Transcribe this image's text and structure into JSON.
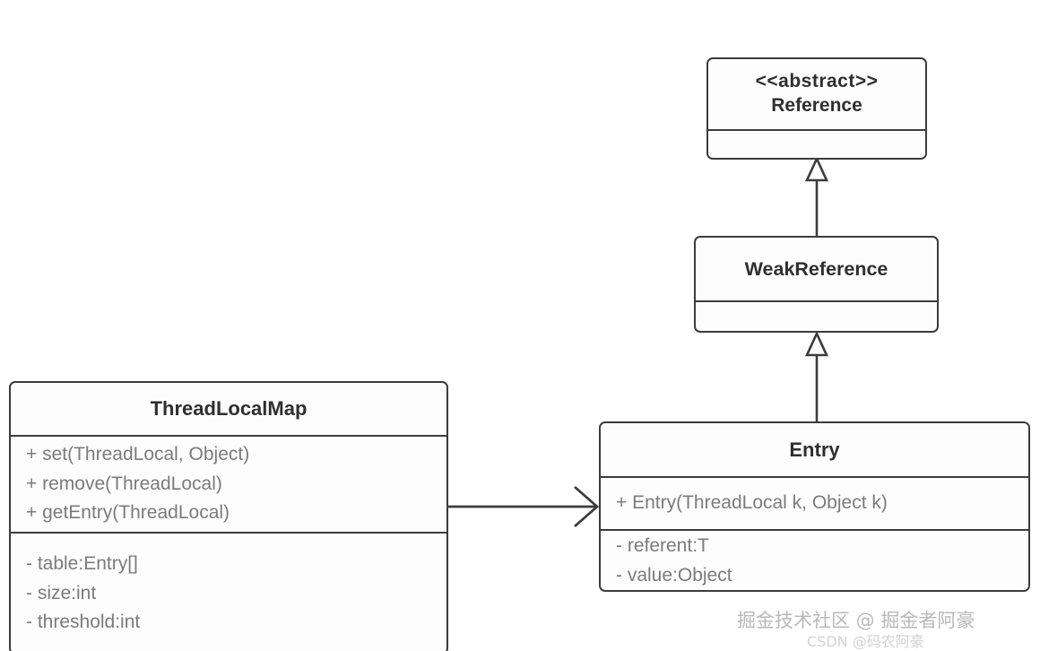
{
  "diagram": {
    "type": "uml-class-diagram",
    "title": "ThreadLocalMap / Entry class hierarchy",
    "background_color": "#ffffff",
    "border_color": "#3c3c3c",
    "title_text_color": "#2f2f2f",
    "member_text_color": "#7b7b7b"
  },
  "classes": {
    "reference": {
      "stereotype": "<<abstract>>",
      "name": "Reference",
      "methods": [],
      "fields": []
    },
    "weakreference": {
      "name": "WeakReference",
      "methods": [],
      "fields": []
    },
    "threadlocalmap": {
      "name": "ThreadLocalMap",
      "methods": [
        "+ set(ThreadLocal, Object)",
        "+ remove(ThreadLocal)",
        "+ getEntry(ThreadLocal)"
      ],
      "fields": [
        "- table:Entry[]",
        "- size:int",
        "- threshold:int"
      ]
    },
    "entry": {
      "name": "Entry",
      "methods": [
        "+ Entry(ThreadLocal k, Object k)"
      ],
      "fields": [
        "- referent:T",
        "- value:Object"
      ]
    }
  },
  "relations": [
    {
      "id": "weakreference-extends-reference",
      "kind": "generalization",
      "from": "WeakReference",
      "to": "Reference",
      "arrowhead": "hollow-triangle"
    },
    {
      "id": "entry-extends-weakreference",
      "kind": "generalization",
      "from": "Entry",
      "to": "WeakReference",
      "arrowhead": "hollow-triangle"
    },
    {
      "id": "threadlocalmap-uses-entry",
      "kind": "association",
      "from": "ThreadLocalMap",
      "to": "Entry",
      "arrowhead": "open-arrow"
    }
  ],
  "watermarks": {
    "main": "掘金技术社区 @ 掘金者阿豪",
    "csdn": "CSDN @码农阿豪"
  }
}
